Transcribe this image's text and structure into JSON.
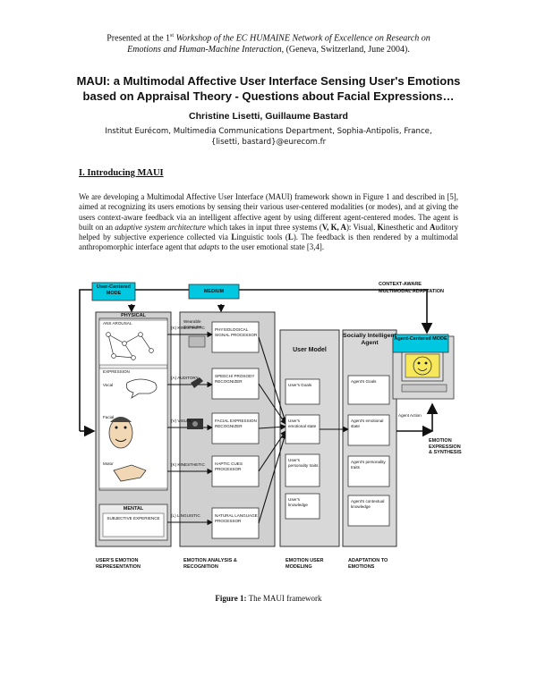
{
  "header": {
    "presented_prefix": "Presented at the 1",
    "presented_sup": "st",
    "presented_italic": " Workshop of the EC HUMAINE Network of Excellence on Research on",
    "presented_line2_italic": "Emotions and Human-Machine Interaction",
    "presented_line2_rest": ", (Geneva, Switzerland, June 2004)."
  },
  "title": {
    "line1": "MAUI: a Multimodal Affective User Interface Sensing User's Emotions",
    "line2": "based on Appraisal Theory -  Questions about Facial Expressions…"
  },
  "authors": "Christine Lisetti, Guillaume Bastard",
  "affiliation": {
    "line1": "Institut Eurécom, Multimedia Communications Department, Sophia-Antipolis, France,",
    "line2": "{lisetti, bastard}@eurecom.fr"
  },
  "section_heading": "I. Introducing MAUI",
  "intro": {
    "s1": "We are developing a Multimodal Affective User Interface (MAUI) framework shown in Figure 1 and described in [5], aimed at recognizing its users emotions by sensing their various user-centered modalities (or modes), and at giving the users context-aware feedback via an intelligent affective agent by using different agent-centered modes. The agent is built on an ",
    "s1_italic": "adaptive system architecture",
    "s2": " which takes in input three systems (",
    "vka": "V, K, A",
    "s3": "): Visual, ",
    "k": "K",
    "s4": "inesthetic and ",
    "a": "A",
    "s5": "uditory helped by subjective experience collected via ",
    "l": "L",
    "s6": "inguistic tools (",
    "l2": "L",
    "s7": "). The feedback is then rendered by a multimodal anthropomorphic interface agent that ",
    "adapts": "adapts",
    "s8": " to the user emotional state [3,4]."
  },
  "figure": {
    "user_centered_mode": "User-Centered MODE",
    "medium": "MEDIUM",
    "context_aware": "CONTEXT-AWARE",
    "multimodal_adaptation": "MULTIMODAL ADAPTATION",
    "physical": "PHYSICAL",
    "ans_arousal": "ANS AROUSAL",
    "expression": "EXPRESSION",
    "vocal": "Vocal",
    "facial": "Facial",
    "motor": "Motor",
    "mental": "MENTAL",
    "subjective_experience": "SUBJECTIVE EXPERIENCE",
    "k_kinesthetic_1": "(K) KINESTHETIC",
    "a_auditory": "(A) AUDITORY",
    "v_visual": "(V) VISUAL",
    "k_kinesthetic_2": "(K) KINESTHETIC",
    "l_linguistic": "(L) LINGUISTIC",
    "wearable_computer": "Wearable Computer",
    "proc_physio": "PHYSIOLOGICAL SIGNAL PROCESSOR",
    "proc_speech": "SPEECH/ PROSODY RECOGNIZER",
    "proc_facial": "FACIAL EXPRESSION RECOGNIZER",
    "proc_haptic": "HAPTIC CUES PROCESSOR",
    "proc_nlp": "NATURAL LANGUAGE PROCESSOR",
    "user_model": "User Model",
    "um_goals": "User's Goals",
    "um_emotional": "User's emotional state",
    "um_personality": "User's personality traits",
    "um_knowledge": "User's knowledge",
    "agent_title": "Socially Intelligent Agent",
    "ag_goals": "Agent's Goals",
    "ag_emotional": "Agent's emotional state",
    "ag_personality": "Agent's personality traits",
    "ag_knowledge": "Agent's contextual knowledge",
    "agent_action": "Agent Action",
    "agent_centered_mode": "Agent-Centered MODE",
    "emotion_expression": "EMOTION EXPRESSION & SYNTHESIS",
    "col1": "USER'S EMOTION REPRESENTATION",
    "col2": "EMOTION ANALYSIS & RECOGNITION",
    "col3": "EMOTION USER MODELING",
    "col4": "ADAPTATION TO EMOTIONS",
    "colors": {
      "teal": "#00c8e0",
      "gray": "#c8c8c8",
      "light": "#e8e8e8",
      "yellow": "#f6e85a"
    }
  },
  "caption": {
    "label": "Figure 1:",
    "text": " The MAUI framework"
  }
}
